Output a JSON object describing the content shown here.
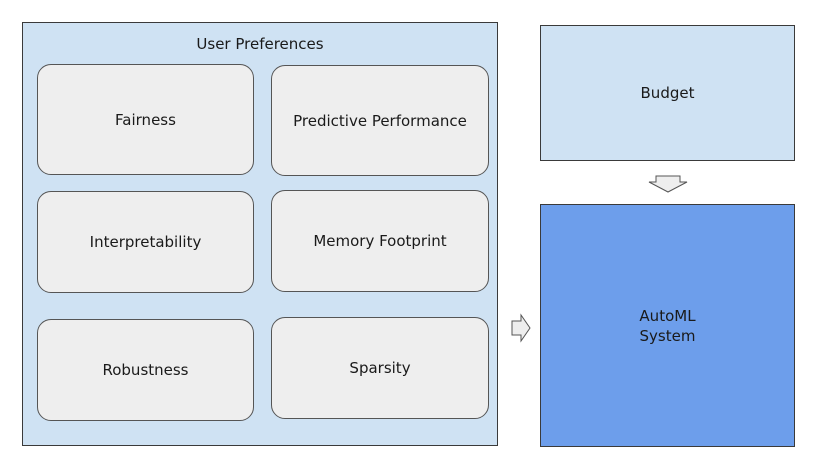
{
  "user_preferences": {
    "title": "User Preferences",
    "items": [
      {
        "label": "Fairness"
      },
      {
        "label": "Predictive Performance"
      },
      {
        "label": "Interpretability"
      },
      {
        "label": "Memory Footprint"
      },
      {
        "label": "Robustness"
      },
      {
        "label": "Sparsity"
      }
    ]
  },
  "budget": {
    "label": "Budget"
  },
  "automl": {
    "line1": "AutoML",
    "line2": "System"
  },
  "colors": {
    "panel_fill": "#cfe2f3",
    "preference_fill": "#eeeeee",
    "automl_fill": "#6d9eeb",
    "arrow_fill": "#eeeeee"
  }
}
